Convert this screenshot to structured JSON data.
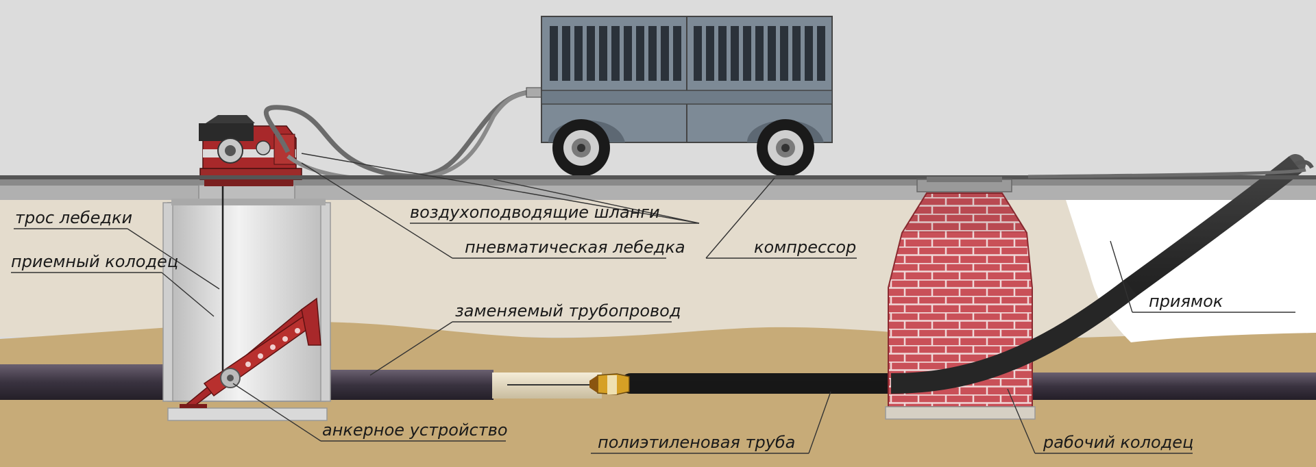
{
  "labels": {
    "winch_cable": "трос лебедки",
    "receiving_well": "приемный колодец",
    "air_hoses": "воздухоподводящие шланги",
    "pneumatic_winch": "пневматическая лебедка",
    "compressor": "компрессор",
    "replaced_pipeline": "заменяемый трубопровод",
    "pit": "приямок",
    "anchor_device": "анкерное устройство",
    "polyethylene_pipe": "полиэтиленовая труба",
    "working_well": "рабочий колодец"
  },
  "colors": {
    "sky": "#dcdcdc",
    "soil_upper": "#e4dccd",
    "soil_lower": "#c7ab78",
    "brick": "#c24650",
    "winch_red": "#a8282a",
    "compressor_body": "#7d8a96",
    "pipe_dark": "#3a3340",
    "pe_pipe": "#2b2b2b",
    "leader_line": "#333333"
  }
}
